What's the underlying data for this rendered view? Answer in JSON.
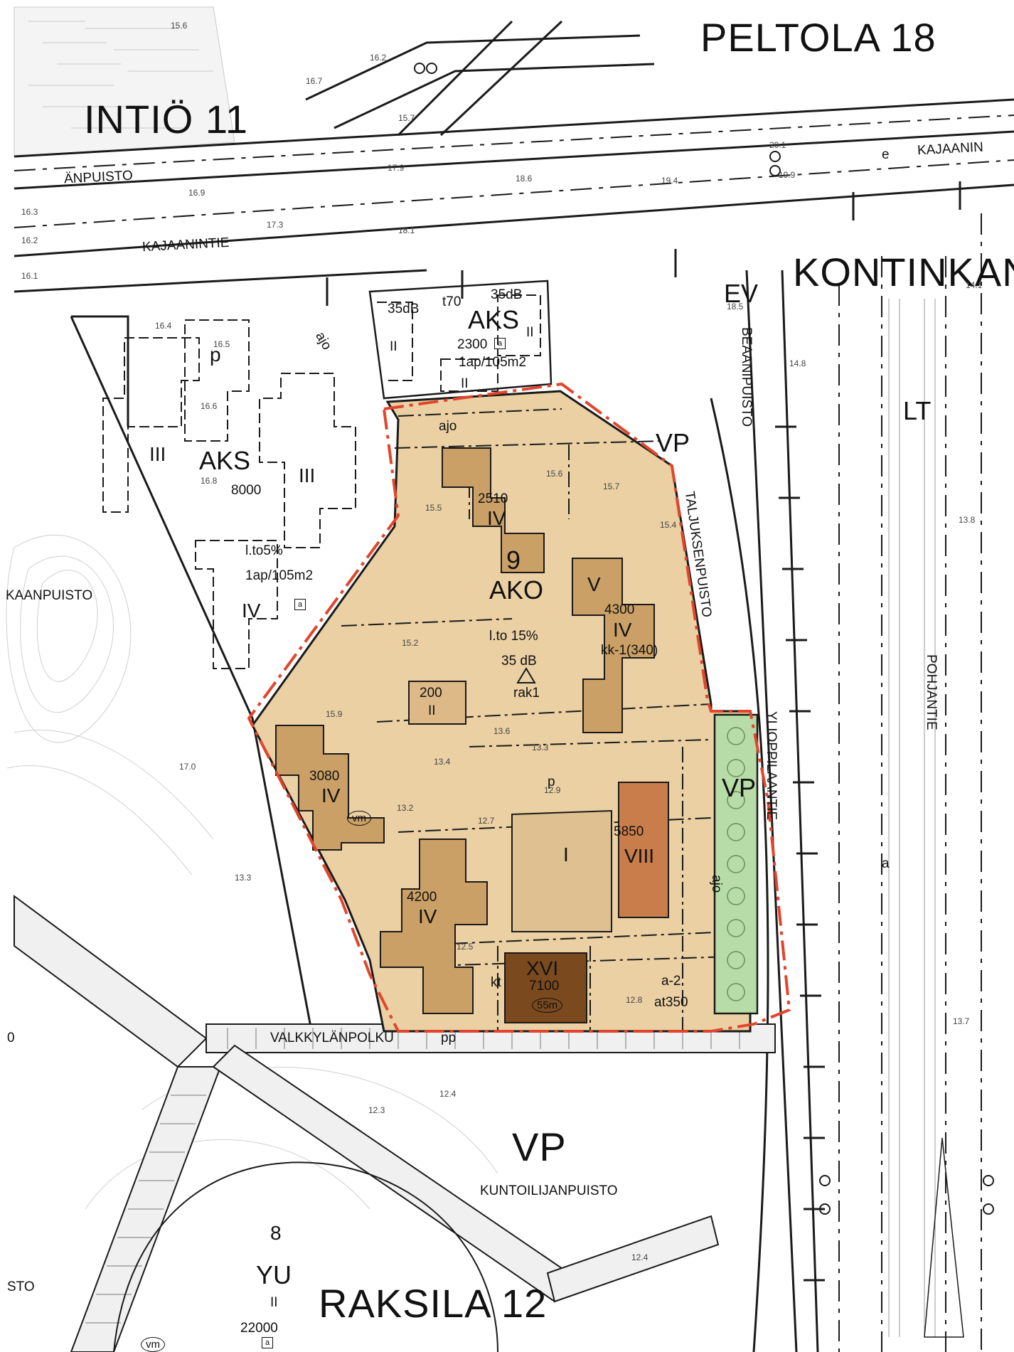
{
  "districts": {
    "intio": "INTIÖ 11",
    "peltola": "PELTOLA 18",
    "kontinkan": "KONTINKAN",
    "raksila": "RAKSILA 12"
  },
  "streets": {
    "kajaanintie_w": "KAJAANINTIE",
    "kajaanintie_e": "KAJAANIN",
    "kajaanin_e_mark": "e",
    "valkkylanpolku": "VALKKYLÄNPOLKU",
    "ylioppilaantie": "YLIOPPILAANTIE",
    "pohjantie": "POHJANTIE",
    "kaanpuisto": "KAANPUISTO",
    "beaanipuisto": "BEAANIPUISTO",
    "taljuksenpuisto": "TALJUKSENPUISTO",
    "kuntoilijanpuisto": "KUNTOILIJANPUISTO",
    "upper_puisto": "ÄNPUISTO",
    "sto": "STO"
  },
  "zones": {
    "aks_north": {
      "code": "AKS",
      "area": "2300",
      "parking": "1ap/105m2",
      "t": "t70",
      "noise_a": "35dB",
      "noise_b": "35dB",
      "floors": [
        "II",
        "II",
        "II"
      ],
      "marker": "a"
    },
    "aks_west": {
      "code": "AKS",
      "area": "8000",
      "efficiency": "l.to5%",
      "parking": "1ap/105m2",
      "floors": [
        "III",
        "III",
        "IV"
      ],
      "p": "p",
      "marker": "a"
    },
    "ev": "EV",
    "lt": "LT",
    "ako": {
      "block": "9",
      "code": "AKO",
      "efficiency": "l.to 15%",
      "noise": "35 dB",
      "rak": "rak1"
    },
    "vp_north": "VP",
    "vp_east": "VP",
    "vp_south": "VP",
    "yu": {
      "block": "8",
      "code": "YU",
      "floors": "II",
      "area": "22000",
      "badge": "vm",
      "marker": "a"
    }
  },
  "buildings": [
    {
      "id": "b2510",
      "area": "2510",
      "floors": "IV"
    },
    {
      "id": "b4300",
      "area": "4300",
      "floors": "IV",
      "floors_top": "V",
      "note": "kk-1(340)"
    },
    {
      "id": "b200",
      "area": "200",
      "floors": "II"
    },
    {
      "id": "b3080",
      "area": "3080",
      "floors": "IV",
      "badge": "vm"
    },
    {
      "id": "b4200",
      "area": "4200",
      "floors": "IV"
    },
    {
      "id": "b5850",
      "area": "5850",
      "floors": "VIII",
      "base_floors": "I"
    },
    {
      "id": "b7100",
      "area": "7100",
      "floors": "XVI",
      "height": "55m"
    }
  ],
  "labels": {
    "ajo_a": "ajo",
    "ajo_b": "ajo",
    "ajo_c": "ajo",
    "p": "p",
    "pp": "pp",
    "kt": "kt",
    "a2": "a-2",
    "at350": "at350",
    "a": "a",
    "zero": "0"
  },
  "elevations": [
    "15.6",
    "16.2",
    "16.7",
    "15.7",
    "18.6",
    "17.9",
    "16.3",
    "16.2",
    "16.1",
    "16.9",
    "18.1",
    "20.1",
    "19.9",
    "19.4",
    "16.4",
    "16.5",
    "16.6",
    "16.8",
    "15.2",
    "15.6",
    "15.7",
    "15.4",
    "15.5",
    "15.9",
    "13.6",
    "13.4",
    "13.3",
    "13.2",
    "12.9",
    "12.7",
    "12.5",
    "12.8",
    "12.4",
    "12.3",
    "13.7",
    "13.8",
    "14.1",
    "14.8",
    "18.5",
    "17.3",
    "17.0",
    "13.3",
    "12.4"
  ],
  "colors": {
    "plan_area": "#e8c89a",
    "building": "#caa066",
    "tall_building": "#7a4a1e",
    "mid_building": "#c97d4a",
    "green": "#b8dca8",
    "boundary": "#e2452b",
    "line": "#1a1a1a"
  }
}
